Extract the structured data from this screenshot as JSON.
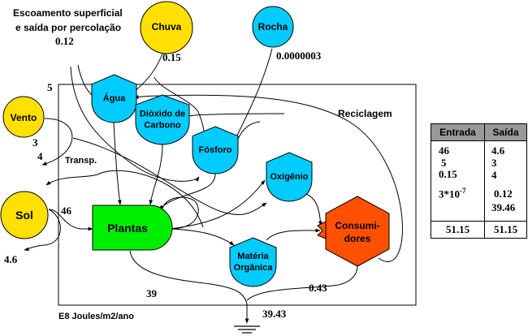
{
  "title_note": [
    "Escoamento superficial",
    "e saída por percolação"
  ],
  "units_label": "E8 Joules/m2/ano",
  "sources": [
    {
      "id": "chuva",
      "label": "Chuva",
      "color": "#FFE000"
    },
    {
      "id": "rocha",
      "label": "Rocha",
      "color": "#00CCFF"
    },
    {
      "id": "vento",
      "label": "Vento",
      "color": "#FFE000"
    },
    {
      "id": "sol",
      "label": "Sol",
      "color": "#FFE000"
    }
  ],
  "storages": [
    {
      "id": "agua",
      "label": [
        "Água"
      ],
      "color": "#00CCFF"
    },
    {
      "id": "dioxido",
      "label": [
        "Dióxido de",
        "Carbono"
      ],
      "color": "#00CCFF"
    },
    {
      "id": "fosforo",
      "label": [
        "Fósforo"
      ],
      "color": "#00CCFF"
    },
    {
      "id": "oxigenio",
      "label": [
        "Oxigênio"
      ],
      "color": "#00CCFF"
    },
    {
      "id": "materia",
      "label": [
        "Matéria",
        "Orgânica"
      ],
      "color": "#00CCFF"
    }
  ],
  "producer": {
    "label": "Plantas",
    "color": "#00EE00"
  },
  "consumer": {
    "label": [
      "Consumi-",
      "dores"
    ],
    "color": "#FF5000"
  },
  "flow_labels": {
    "runoff_out": "0.12",
    "rain_in": "0.15",
    "rock_in": "0.0000003",
    "wind_in": "5",
    "wind_out_3": "3",
    "wind_out_4": "4",
    "transp": "Transp.",
    "sun_in": "46",
    "sun_out": "4.6",
    "recycling": "Reciclagem",
    "plants_loss": "39",
    "consumers_loss": "0.43",
    "total_loss": "39.43"
  },
  "table": {
    "headers": {
      "in": "Entrada",
      "out": "Saída"
    },
    "inputs": [
      "46",
      "5",
      "0.15",
      "3*10"
    ],
    "input_exponent": "-7",
    "outputs": [
      "4.6",
      "3",
      "4",
      "0.12",
      "39.46"
    ],
    "totals": {
      "in": "51.15",
      "out": "51.15"
    }
  }
}
